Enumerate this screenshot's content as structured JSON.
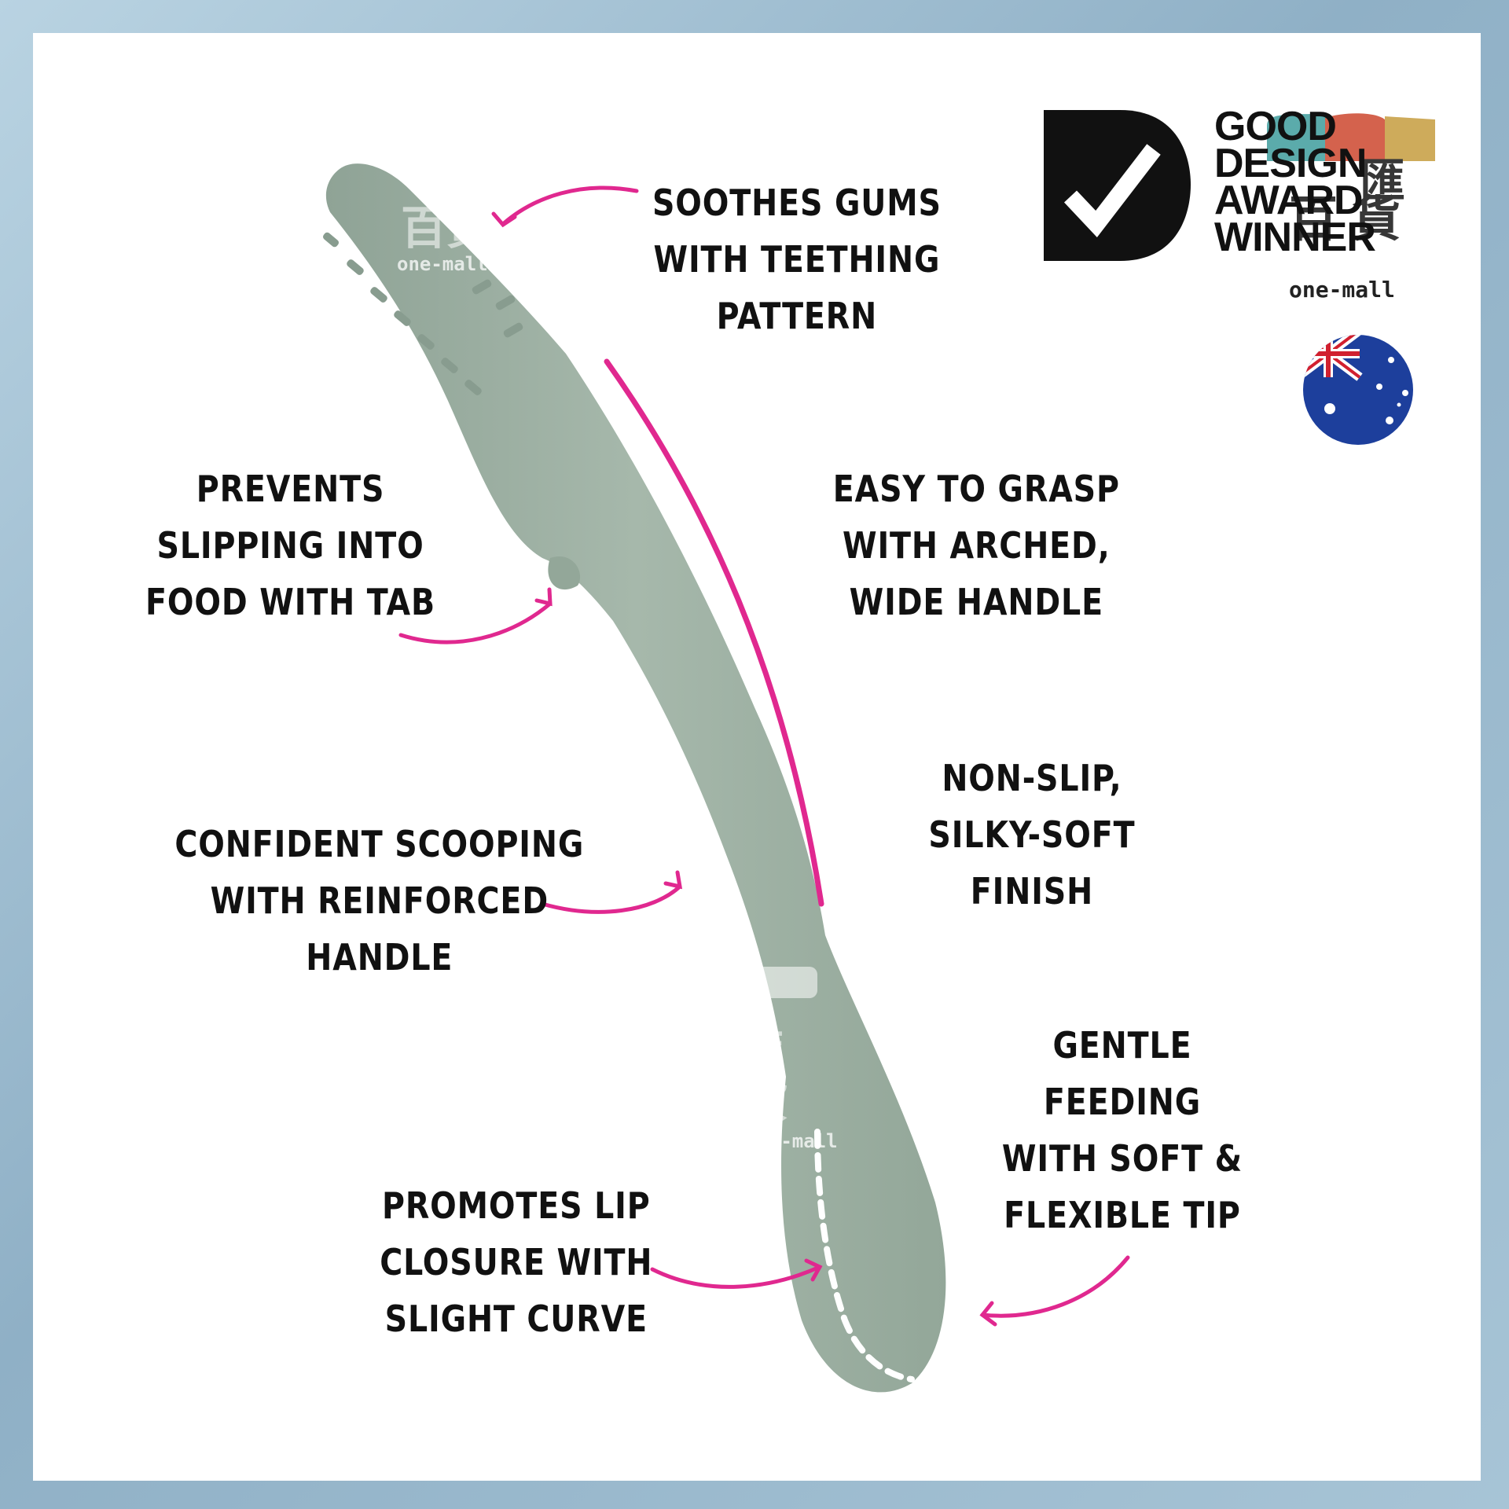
{
  "features": {
    "soothes": [
      "SOOTHES GUMS",
      "WITH TEETHING",
      "PATTERN"
    ],
    "prevents": [
      "PREVENTS",
      "SLIPPING INTO",
      "FOOD WITH TAB"
    ],
    "grasp": [
      "EASY TO GRASP",
      "WITH ARCHED,",
      "WIDE HANDLE"
    ],
    "nonslip": [
      "NON-SLIP,",
      "SILKY-SOFT",
      "FINISH"
    ],
    "scooping": [
      "CONFIDENT SCOOPING",
      "WITH REINFORCED",
      "HANDLE"
    ],
    "gentle": [
      "GENTLE",
      "FEEDING",
      "WITH SOFT &",
      "FLEXIBLE TIP"
    ],
    "lip": [
      "PROMOTES LIP",
      "CLOSURE WITH",
      "SLIGHT CURVE"
    ]
  },
  "award": {
    "lines": [
      "GOOD",
      "DESIGN",
      "AWARD",
      "WINNER"
    ]
  },
  "watermark": {
    "text": "one-mall"
  },
  "colors": {
    "accent": "#e0288f",
    "spoon": "#9db0a3",
    "frame": "#9dbbd0"
  },
  "icons": [
    "good-design-logo",
    "australia-flag",
    "one-mall-watermark"
  ]
}
